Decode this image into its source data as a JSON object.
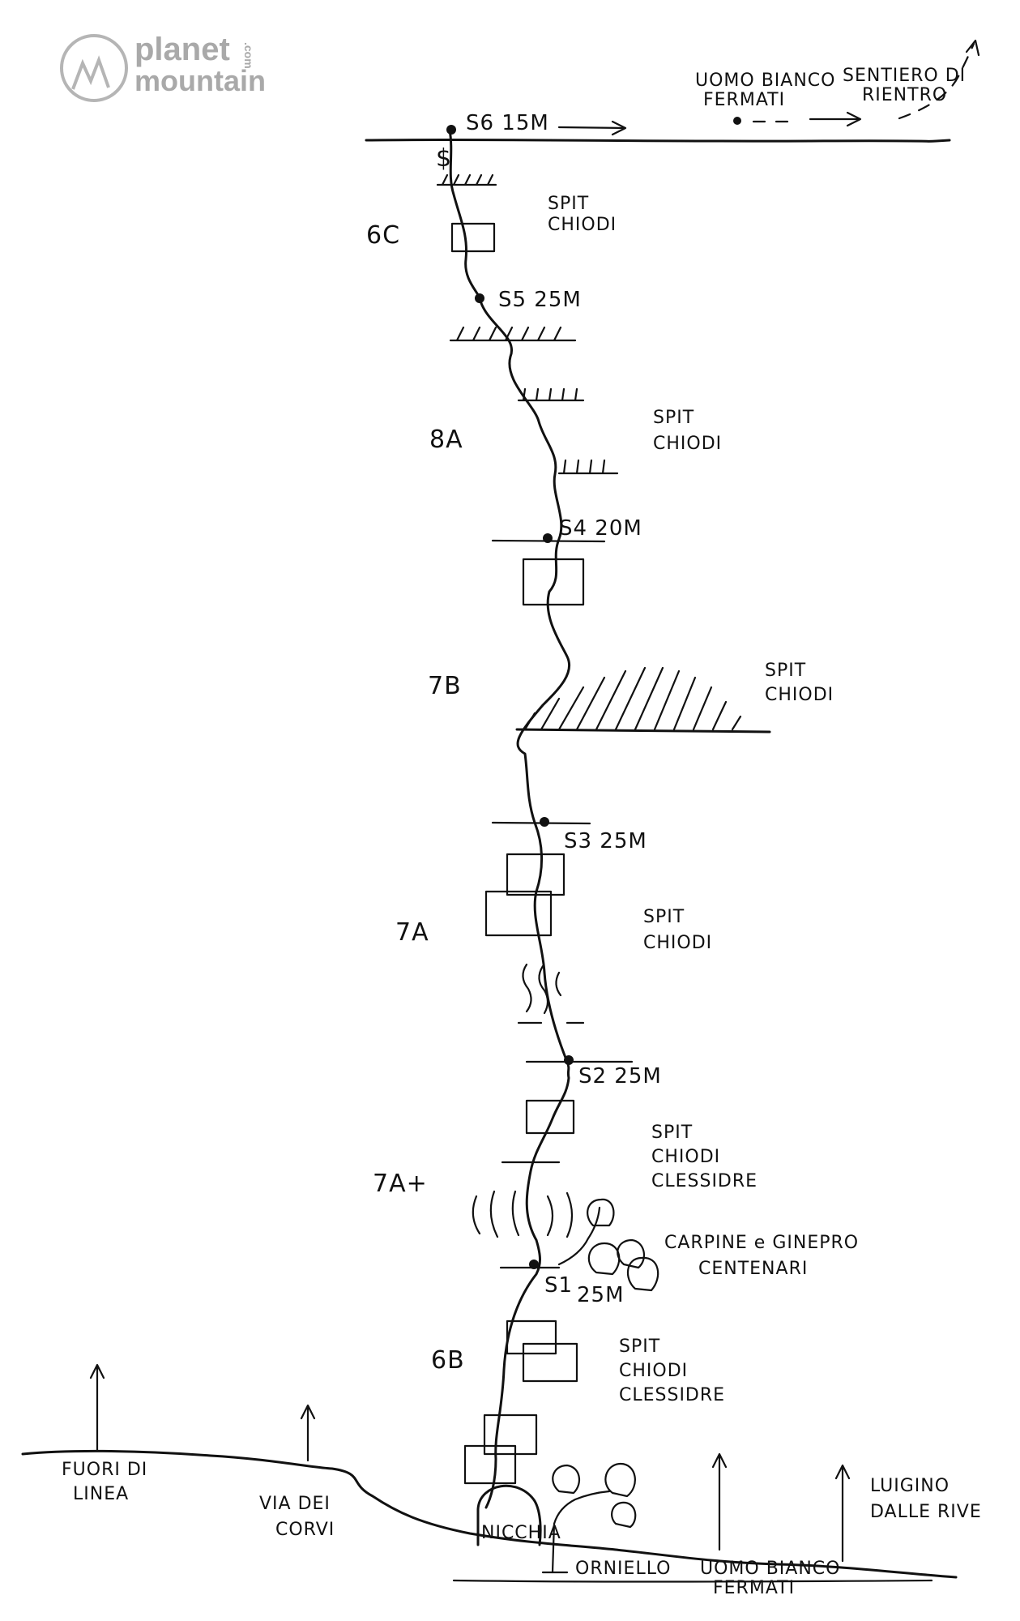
{
  "logo": {
    "line1": "planet",
    "line2": "mountain",
    "suffix": ".com"
  },
  "top": {
    "belay": "S6 15M",
    "uomo_bianco_line1": "UOMO BIANCO",
    "uomo_bianco_line2": "FERMATI",
    "sentiero_line1": "SENTIERO DI",
    "sentiero_line2": "RIENTRO"
  },
  "pitches": [
    {
      "grade": "6C",
      "protection": [
        "SPIT",
        "CHIODI"
      ]
    },
    {
      "grade": "8A",
      "protection": [
        "SPIT",
        "CHIODI"
      ]
    },
    {
      "grade": "7B",
      "protection": [
        "SPIT",
        "CHIODI"
      ]
    },
    {
      "grade": "7A",
      "protection": [
        "SPIT",
        "CHIODI"
      ]
    },
    {
      "grade": "7A+",
      "protection": [
        "SPIT",
        "CHIODI",
        "CLESSIDRE"
      ]
    },
    {
      "grade": "6B",
      "protection": [
        "SPIT",
        "CHIODI",
        "CLESSIDRE"
      ]
    }
  ],
  "belays": {
    "s5": "S5 25M",
    "s4": "S4 20M",
    "s3": "S3 25M",
    "s2": "S2 25M",
    "s1_a": "S1",
    "s1_b": "25M"
  },
  "trees_label_line1": "CARPINE e GINEPRO",
  "trees_label_line2": "CENTENARI",
  "base": {
    "fuori_line1": "FUORI DI",
    "fuori_line2": "LINEA",
    "corvi_line1": "VIA DEI",
    "corvi_line2": "CORVI",
    "nicchia": "NICCHIA",
    "orniello": "ORNIELLO",
    "uomo_line1": "UOMO BIANCO",
    "uomo_line2": "FERMATI",
    "luigino_line1": "LUIGINO",
    "luigino_line2": "DALLE RIVE"
  }
}
